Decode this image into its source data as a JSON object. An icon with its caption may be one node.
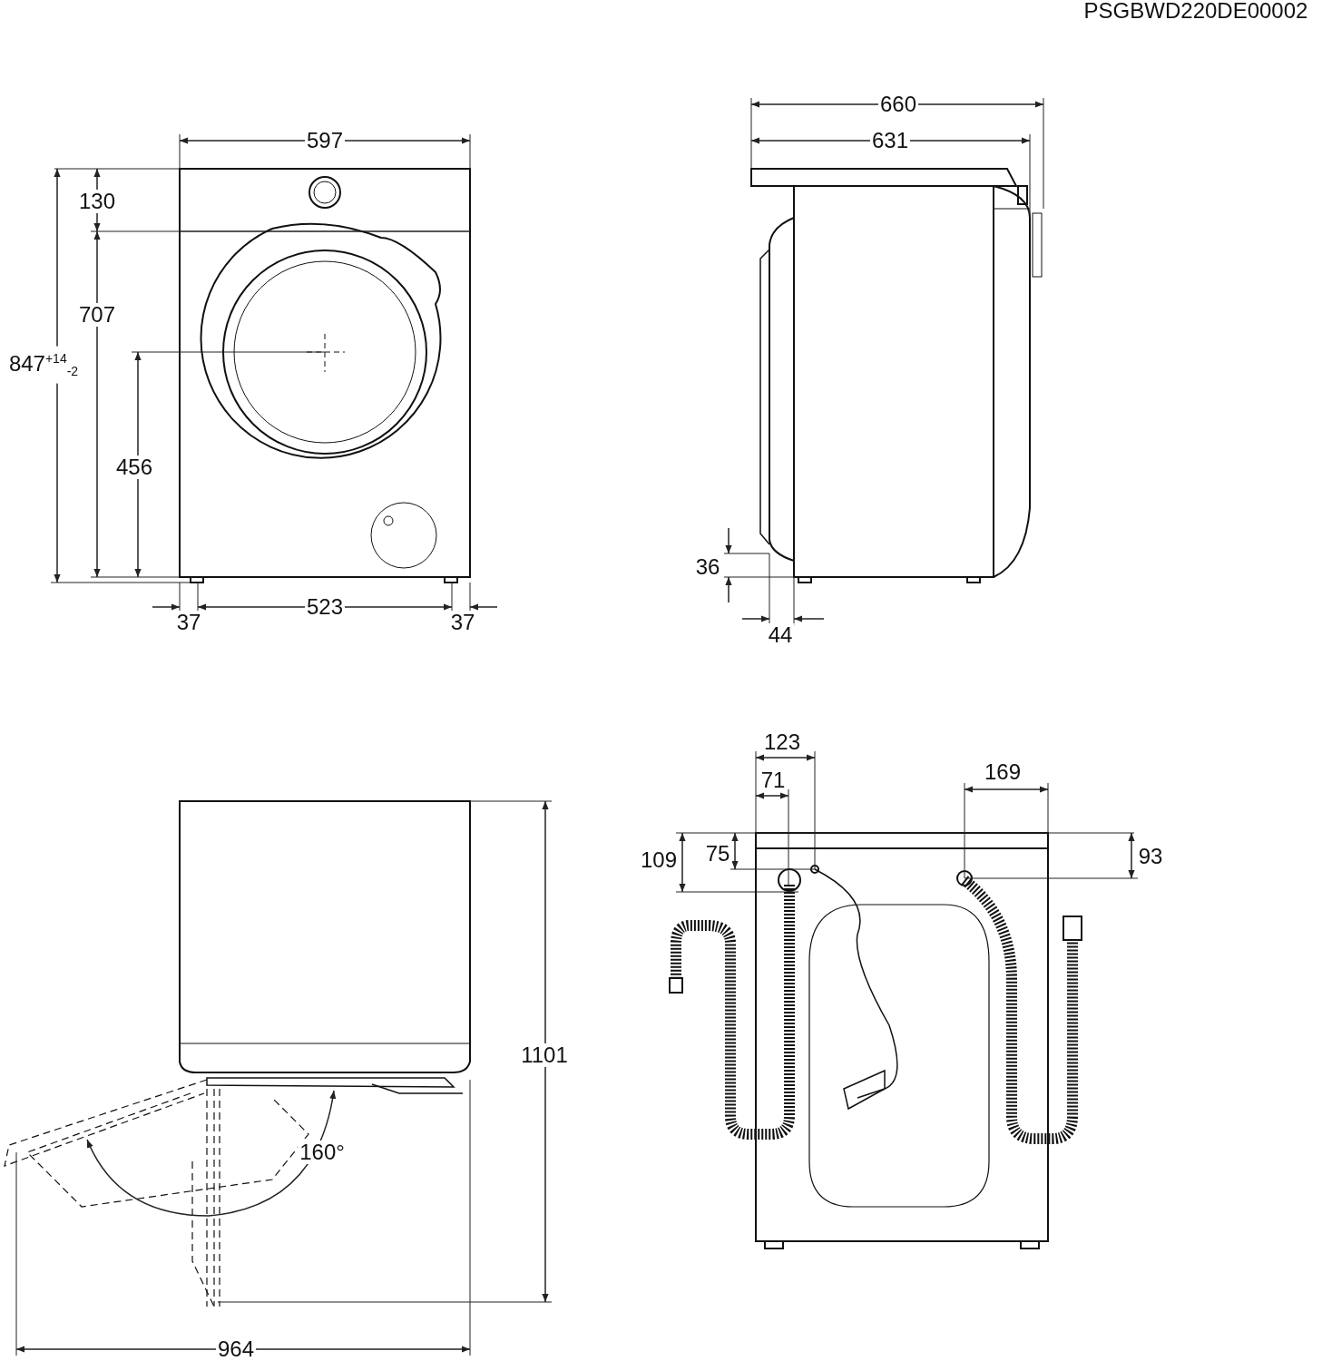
{
  "diagram": {
    "labels": [
      "PSGBWD220DE00002",
      "597",
      "660",
      "631",
      "130",
      "707",
      "847$^{+14}$$_{-2}$",
      "456",
      "36",
      "37",
      "523",
      "37",
      "44",
      "123",
      "71",
      "169",
      "109",
      "75",
      "93",
      "1101",
      "160°",
      "964"
    ]
  }
}
